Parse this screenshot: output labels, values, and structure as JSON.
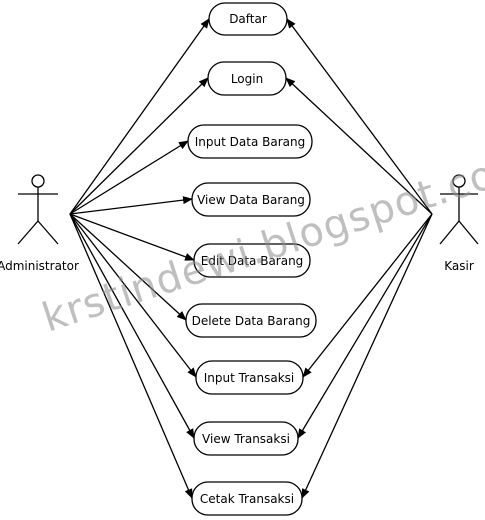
{
  "diagram": {
    "type": "use-case",
    "actors": [
      {
        "id": "admin",
        "label": "Administrator"
      },
      {
        "id": "kasir",
        "label": "Kasir"
      }
    ],
    "use_cases": [
      {
        "id": "uc1",
        "label": "Daftar"
      },
      {
        "id": "uc2",
        "label": "Login"
      },
      {
        "id": "uc3",
        "label": "Input Data Barang"
      },
      {
        "id": "uc4",
        "label": "View Data Barang"
      },
      {
        "id": "uc5",
        "label": "Edit Data Barang"
      },
      {
        "id": "uc6",
        "label": "Delete Data Barang"
      },
      {
        "id": "uc7",
        "label": "Input Transaksi"
      },
      {
        "id": "uc8",
        "label": "View Transaksi"
      },
      {
        "id": "uc9",
        "label": "Cetak Transaksi"
      }
    ],
    "associations": [
      {
        "from": "admin",
        "to": "uc1"
      },
      {
        "from": "admin",
        "to": "uc2"
      },
      {
        "from": "admin",
        "to": "uc3"
      },
      {
        "from": "admin",
        "to": "uc4"
      },
      {
        "from": "admin",
        "to": "uc5"
      },
      {
        "from": "admin",
        "to": "uc6"
      },
      {
        "from": "admin",
        "to": "uc7"
      },
      {
        "from": "admin",
        "to": "uc8"
      },
      {
        "from": "admin",
        "to": "uc9"
      },
      {
        "from": "kasir",
        "to": "uc1"
      },
      {
        "from": "kasir",
        "to": "uc2"
      },
      {
        "from": "kasir",
        "to": "uc7"
      },
      {
        "from": "kasir",
        "to": "uc8"
      },
      {
        "from": "kasir",
        "to": "uc9"
      }
    ]
  },
  "watermark": {
    "text": "krstindewi.blogspot.com",
    "color": "#8c8c8c"
  }
}
